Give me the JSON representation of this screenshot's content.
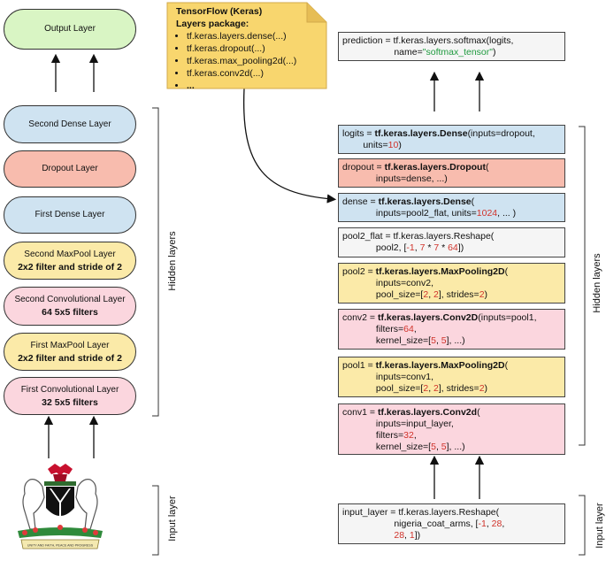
{
  "left_stack": {
    "output": "Output Layer",
    "second_dense": "Second Dense Layer",
    "dropout": "Dropout Layer",
    "first_dense": "First Dense Layer",
    "second_maxpool": {
      "title": "Second MaxPool Layer",
      "sub": "2x2 filter and stride of 2"
    },
    "second_conv": {
      "title": "Second Convolutional Layer",
      "sub": "64 5x5 filters"
    },
    "first_maxpool": {
      "title": "First MaxPool Layer",
      "sub": "2x2 filter and stride of 2"
    },
    "first_conv": {
      "title": "First Convolutional Layer",
      "sub": "32 5x5 filters"
    }
  },
  "labels": {
    "hidden_left": "Hidden layers",
    "input_left": "Input layer",
    "hidden_right": "Hidden layers",
    "input_right": "Input layer"
  },
  "note": {
    "title": "TensorFlow (Keras)",
    "subtitle": "Layers package:",
    "items": [
      "tf.keras.layers.dense(...)",
      "tf.keras.dropout(...)",
      "tf.keras.max_pooling2d(...)",
      "tf.keras.conv2d(...)",
      "..."
    ]
  },
  "colors": {
    "output": "#d9f5c4",
    "dense": "#cfe3f1",
    "dropout": "#f8bcae",
    "pool": "#fbeaa8",
    "conv": "#fbd6de",
    "plain": "#f5f5f5",
    "note": "#f8d66e"
  },
  "code": {
    "prediction": {
      "l1": "prediction = tf.keras.layers.softmax(logits,",
      "l2a": "                    name=",
      "l2b": "\"softmax_tensor\"",
      "l2c": ")"
    },
    "logits": {
      "a": "logits = ",
      "b": "tf.keras.layers.Dense",
      "c": "(inputs=dropout,",
      "l2a": "        units=",
      "l2b": "10",
      "l2c": ")"
    },
    "dropout": {
      "a": "dropout = ",
      "b": "tf.keras.layers.Dropout",
      "c": "(",
      "l2": "             inputs=dense, ...)"
    },
    "dense": {
      "a": "dense = ",
      "b": "tf.keras.layers.Dense",
      "c": "(",
      "l2a": "             inputs=pool2_flat, units=",
      "l2b": "1024",
      "l2c": ", ... )"
    },
    "pool2_flat": {
      "l1": "pool2_flat = tf.keras.layers.Reshape(",
      "l2a": "             pool2, [",
      "l2b": "-1",
      "l2c": ", ",
      "l2d": "7",
      "l2e": " * ",
      "l2f": "7",
      "l2g": " * ",
      "l2h": "64",
      "l2i": "])"
    },
    "pool2": {
      "a": "pool2 = ",
      "b": "tf.keras.layers.MaxPooling2D",
      "c": "(",
      "l2": "             inputs=conv2,",
      "l3a": "             pool_size=[",
      "l3b": "2",
      "l3c": ", ",
      "l3d": "2",
      "l3e": "], strides=",
      "l3f": "2",
      "l3g": ")"
    },
    "conv2": {
      "a": "conv2 = ",
      "b": "tf.keras.layers.Conv2D",
      "c": "(inputs=pool1,",
      "l2a": "             filters=",
      "l2b": "64",
      "l2c": ",",
      "l3a": "             kernel_size=[",
      "l3b": "5",
      "l3c": ", ",
      "l3d": "5",
      "l3e": "], ...)"
    },
    "pool1": {
      "a": "pool1 = ",
      "b": "tf.keras.layers.MaxPooling2D",
      "c": "(",
      "l2": "             inputs=conv1,",
      "l3a": "             pool_size=[",
      "l3b": "2",
      "l3c": ", ",
      "l3d": "2",
      "l3e": "], strides=",
      "l3f": "2",
      "l3g": ")"
    },
    "conv1": {
      "a": "conv1 = ",
      "b": "tf.keras.layers.Conv2d",
      "c": "(",
      "l2": "             inputs=input_layer,",
      "l3a": "             filters=",
      "l3b": "32",
      "l3c": ",",
      "l4a": "             kernel_size=[",
      "l4b": "5",
      "l4c": ", ",
      "l4d": "5",
      "l4e": "], ...)"
    },
    "input_layer": {
      "l1": "input_layer = tf.keras.layers.Reshape(",
      "l2": "                    nigeria_coat_arms, [",
      "l2b": "-1",
      "l2c": ", ",
      "l2d": "28",
      "l2e": ",",
      "l3a": "                    ",
      "l3b": "28",
      "l3c": ", ",
      "l3d": "1",
      "l3e": "])"
    }
  },
  "coat_of_arms": {
    "motto": "UNITY AND FAITH, PEACE AND PROGRESS"
  }
}
